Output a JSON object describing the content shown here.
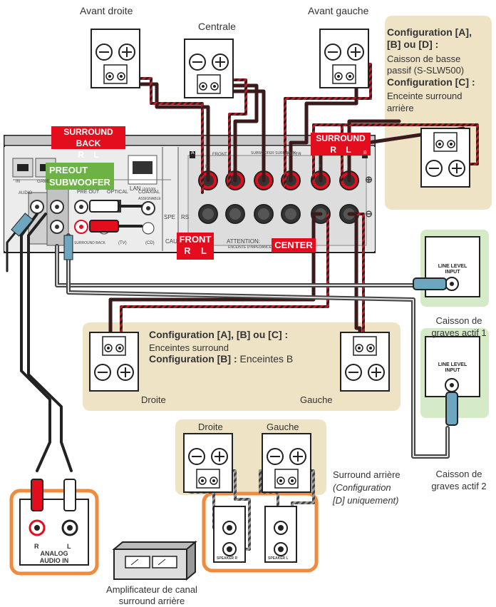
{
  "speakers": {
    "front_right": "Avant droite",
    "center": "Centrale",
    "front_left": "Avant gauche"
  },
  "config_box_top": {
    "title": "Configuration [A], [B] ou [D] :",
    "title_l1": "Configuration [A],",
    "title_l2": "[B] ou [D] :",
    "line1": "Caisson de basse",
    "line2": "passif (S-SLW500)",
    "title2": "Configuration [C] :",
    "line3": "Enceinte surround",
    "line4": "arrière"
  },
  "labels": {
    "surround_back": "SURROUND BACK",
    "surround_back_rl": "R    L",
    "surround": "SURROUND",
    "surround_rl": "R    L",
    "preout": "PREOUT",
    "subwoofer": "SUBWOOFER",
    "front": "FRONT",
    "front_rl": "R    L",
    "center": "CENTER"
  },
  "panel_text": {
    "lan": "LAN",
    "lan_sub": "(10/100)",
    "pre_out": "PRE OUT",
    "optical": "OPTICAL",
    "coaxial": "COAXIAL",
    "assignable": "ASSIGNABLE",
    "audio": "AUDIO",
    "in": "IN",
    "game": "GAME",
    "spe": "SPE",
    "rs": "RS",
    "a": "A",
    "b": "B",
    "front_small": "FRONT",
    "subwoofer_surr_back": "SUBWOOFER SURR BACK",
    "center_small": "CENTER",
    "r": "R",
    "l": "L",
    "surround_back_small": "SURROUND BACK",
    "tv": "(TV)",
    "cd": "(CD)",
    "cau": "CAU",
    "attention": "ATTENTION:",
    "impedance": "ENCEINTE D'IMPEDANCE",
    "plus": "⊕",
    "minus": "⊖"
  },
  "line_level": {
    "l1": "LINE LEVEL",
    "l2": "INPUT"
  },
  "sub1": {
    "l1": "Caisson de",
    "l2": "graves actif 1"
  },
  "sub2": {
    "l1": "Caisson de",
    "l2": "graves actif 2"
  },
  "middle_box": {
    "title1": "Configuration [A], [B] ou [C] :",
    "text1": "Enceintes surround",
    "title2": "Configuration [B] :",
    "text2": " Enceintes B",
    "right": "Droite",
    "left": "Gauche"
  },
  "surround_rear": {
    "right": "Droite",
    "left": "Gauche",
    "l1": "Surround arrière",
    "l2": "(Configuration",
    "l3": "[D] uniquement)"
  },
  "analog": {
    "r": "R",
    "l": "L",
    "l1": "ANALOG",
    "l2": "AUDIO IN"
  },
  "amp": {
    "l1": "Amplificateur de canal",
    "l2": "surround arrière",
    "speaker_r": "SPEAKER R",
    "speaker_l": "SPEAKER L"
  },
  "colors": {
    "red": "#e30d1e",
    "green": "#6cb244",
    "tan": "#efe3c6",
    "lightgreen": "#d5ebc8",
    "orange": "#f08a3c",
    "wire_red": "#c0262e",
    "panel": "#e8e8e8"
  }
}
